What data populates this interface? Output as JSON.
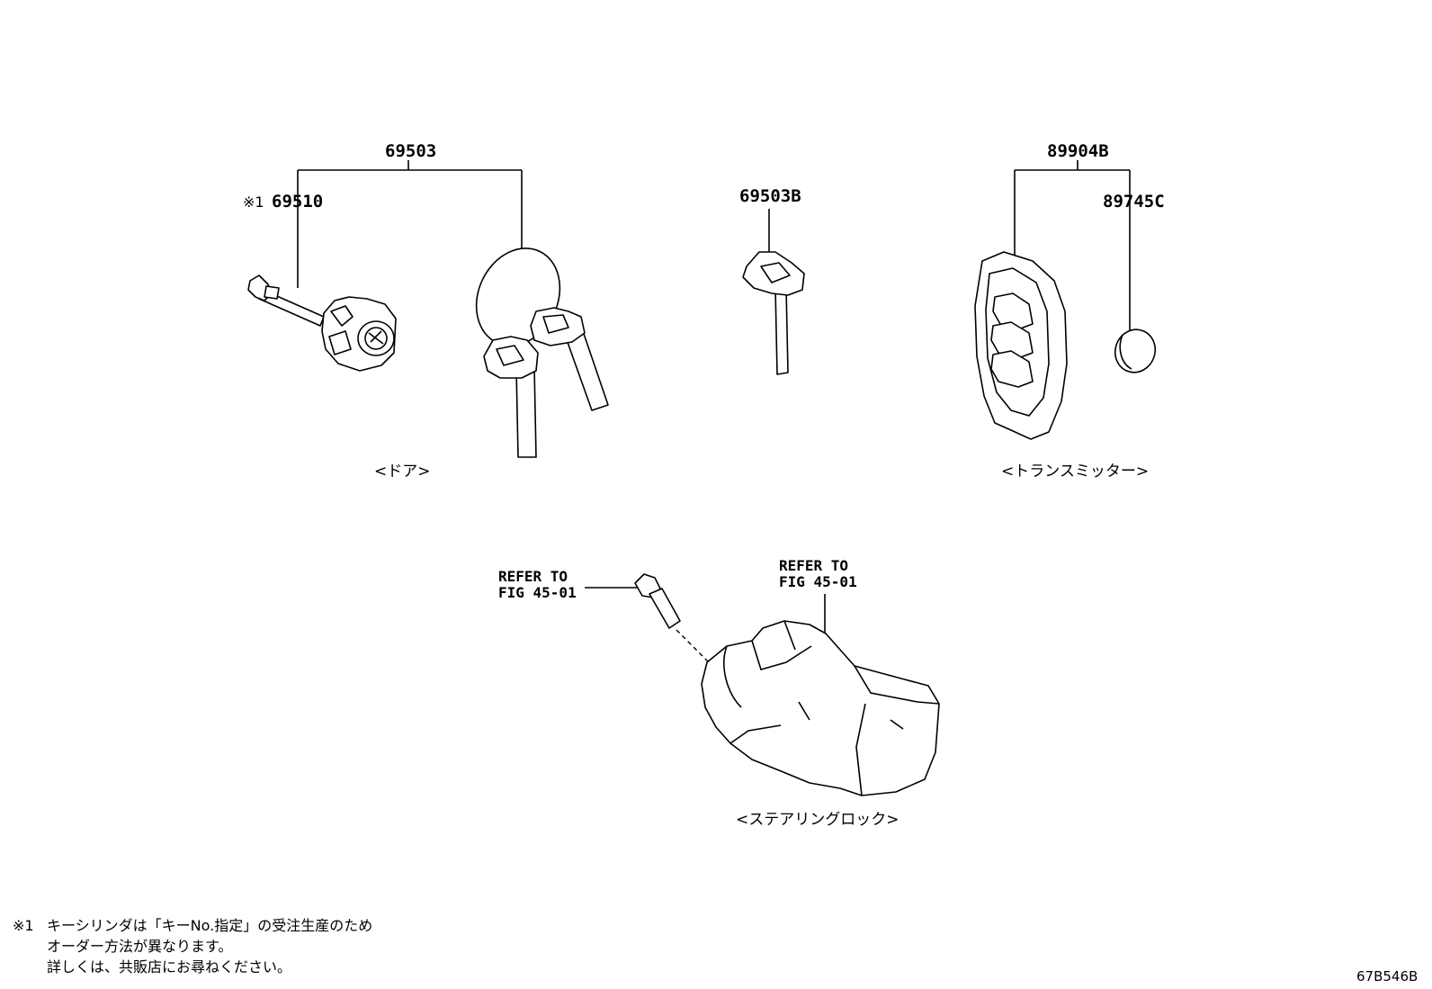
{
  "callouts": {
    "door_set": "69503",
    "door_cylinder": "69510",
    "door_cylinder_mark": "※1",
    "key_blank": "69503B",
    "transmitter": "89904B",
    "battery": "89745C"
  },
  "references": {
    "bolt_line1": "REFER TO",
    "bolt_line2": "FIG 45-01",
    "lock_line1": "REFER TO",
    "lock_line2": "FIG 45-01"
  },
  "captions": {
    "door": "<ドア>",
    "transmitter": "<トランスミッター>",
    "steering_lock": "<ステアリングロック>"
  },
  "footnote": {
    "mark": "※1",
    "line1": "キーシリンダは「キーNo.指定」の受注生産のため",
    "line2": "オーダー方法が異なります。",
    "line3": "詳しくは、共販店にお尋ねください。"
  },
  "figure_code": "67B546B"
}
